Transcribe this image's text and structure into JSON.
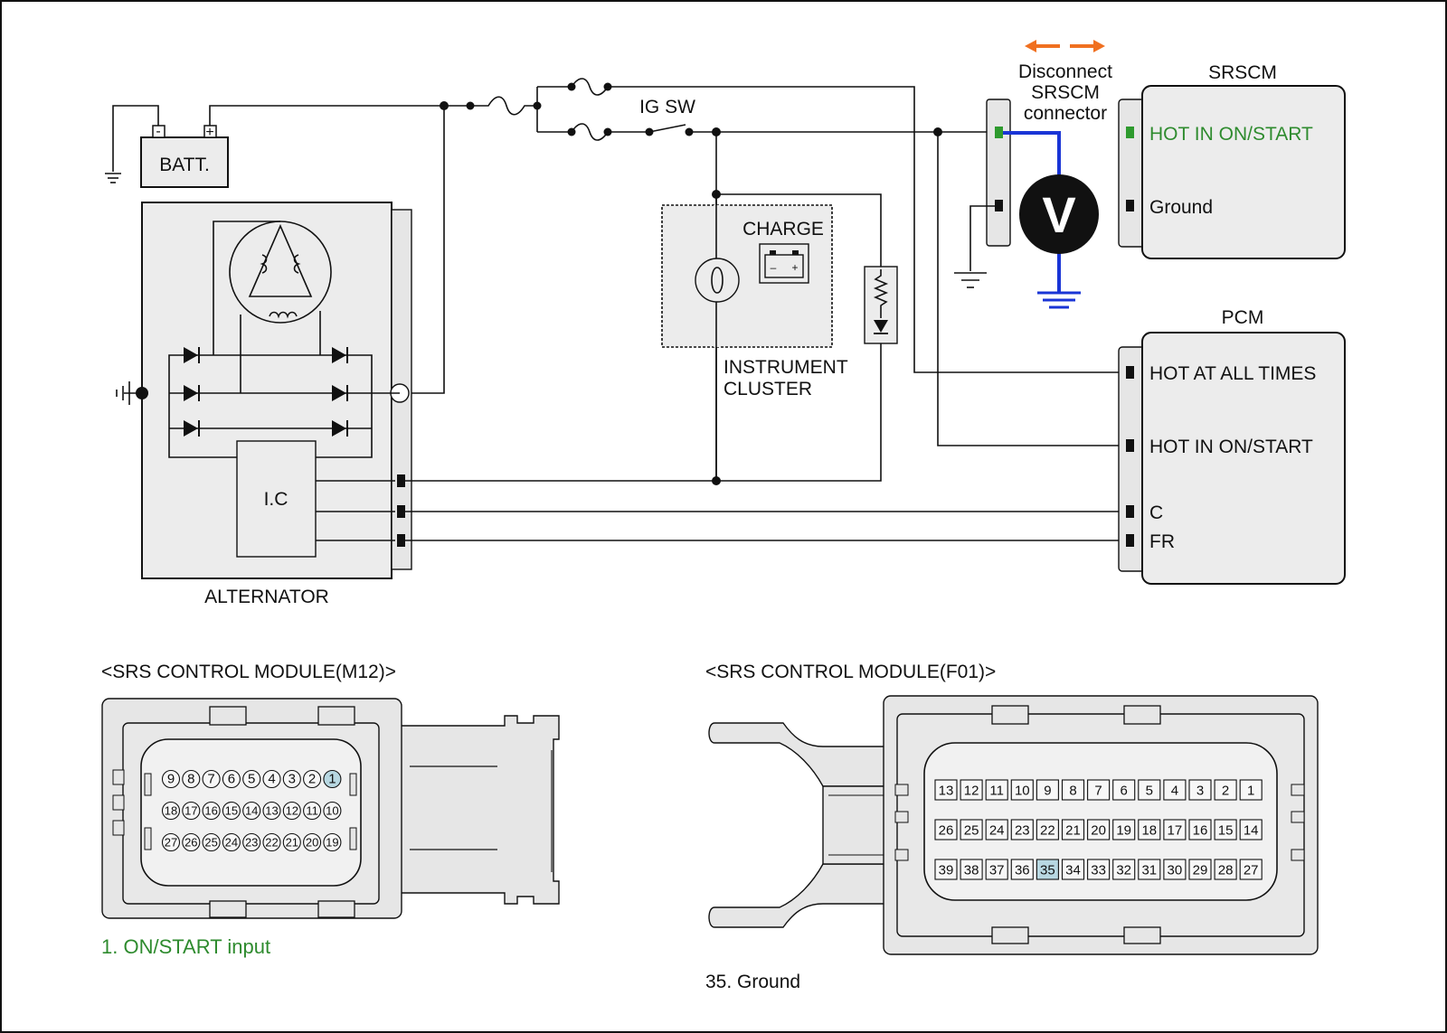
{
  "labels": {
    "batt": "BATT.",
    "batt_minus": "-",
    "batt_plus": "+",
    "ig_sw": "IG SW",
    "charge": "CHARGE",
    "instrument_cluster_line1": "INSTRUMENT",
    "instrument_cluster_line2": "CLUSTER",
    "ic": "I.C",
    "alternator": "ALTERNATOR",
    "disconnect_line1": "Disconnect",
    "disconnect_line2": "SRSCM",
    "disconnect_line3": "connector",
    "voltmeter": "V"
  },
  "srscm": {
    "title": "SRSCM",
    "pins": [
      "HOT IN ON/START",
      "Ground"
    ]
  },
  "pcm": {
    "title": "PCM",
    "pins": [
      "HOT AT ALL TIMES",
      "HOT IN ON/START",
      "C",
      "FR"
    ]
  },
  "connector_m12": {
    "title": "<SRS CONTROL MODULE(M12)>",
    "rows": [
      [
        "9",
        "8",
        "7",
        "6",
        "5",
        "4",
        "3",
        "2",
        "1"
      ],
      [
        "18",
        "17",
        "16",
        "15",
        "14",
        "13",
        "12",
        "11",
        "10"
      ],
      [
        "27",
        "26",
        "25",
        "24",
        "23",
        "22",
        "21",
        "20",
        "19"
      ]
    ],
    "highlight": "1",
    "note": "1. ON/START input"
  },
  "connector_f01": {
    "title": "<SRS CONTROL MODULE(F01)>",
    "rows": [
      [
        "13",
        "12",
        "11",
        "10",
        "9",
        "8",
        "7",
        "6",
        "5",
        "4",
        "3",
        "2",
        "1"
      ],
      [
        "26",
        "25",
        "24",
        "23",
        "22",
        "21",
        "20",
        "19",
        "18",
        "17",
        "16",
        "15",
        "14"
      ],
      [
        "39",
        "38",
        "37",
        "36",
        "35",
        "34",
        "33",
        "32",
        "31",
        "30",
        "29",
        "28",
        "27"
      ]
    ],
    "highlight": "35",
    "note": "35. Ground"
  },
  "colors": {
    "highlight_text": "#2e8b2e",
    "meter_lead": "#1a35d6",
    "arrow": "#f07020",
    "pin_highlight": "#b8d8e2"
  }
}
